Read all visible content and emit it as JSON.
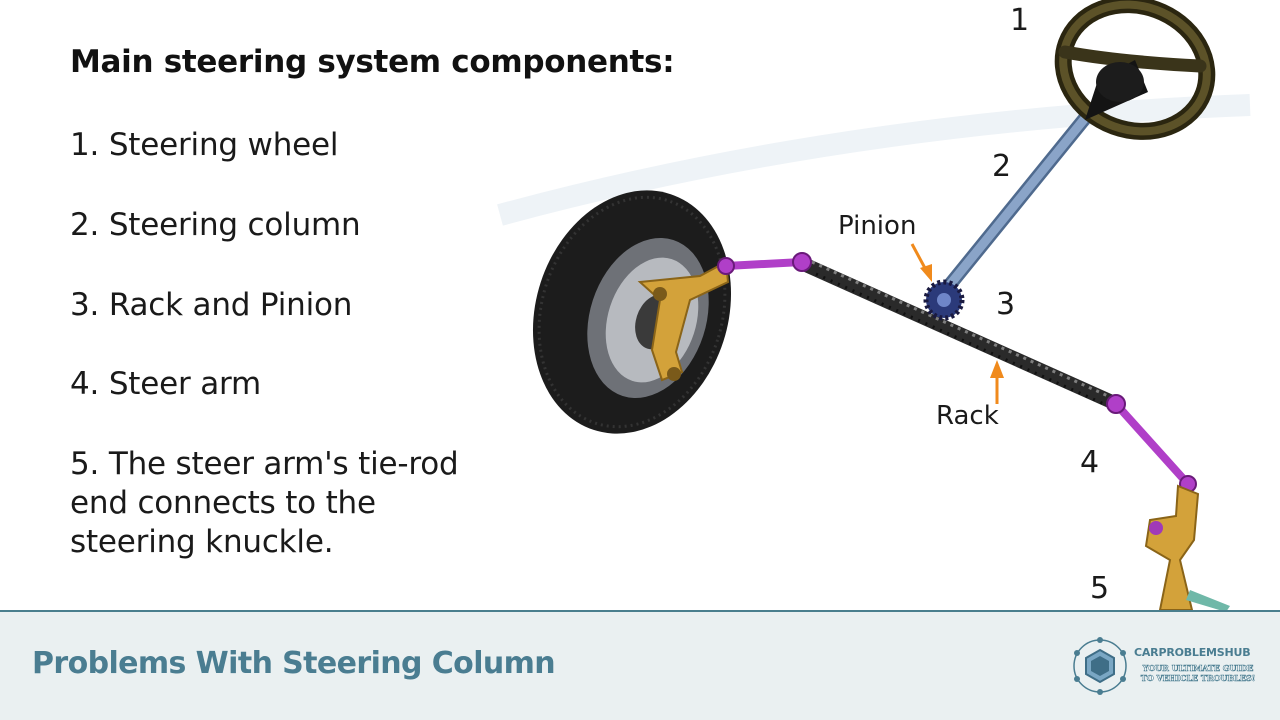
{
  "slide": {
    "heading": "Main steering system components:",
    "components": [
      "1. Steering wheel",
      "2. Steering column",
      "3. Rack and Pinion",
      "4. Steer arm",
      "5. The steer arm's tie-rod end connects to the steering knuckle."
    ]
  },
  "diagram": {
    "numbers": [
      "1",
      "2",
      "3",
      "4",
      "5"
    ],
    "pinion_label": "Pinion",
    "rack_label": "Rack",
    "colors": {
      "tie_rod": "#b03fc8",
      "column": "#8aa4c8",
      "wheel_rim": "#4a4020",
      "knuckle": "#d3a23a",
      "arrow": "#f08a1c",
      "tire": "#1c1c1c"
    }
  },
  "footer": {
    "title": "Problems With Steering Column",
    "brand_name": "CARPROBLEMSHUB",
    "brand_tagline": "YOUR ULTIMATE GUIDE TO VEHICLE TROUBLES!"
  }
}
